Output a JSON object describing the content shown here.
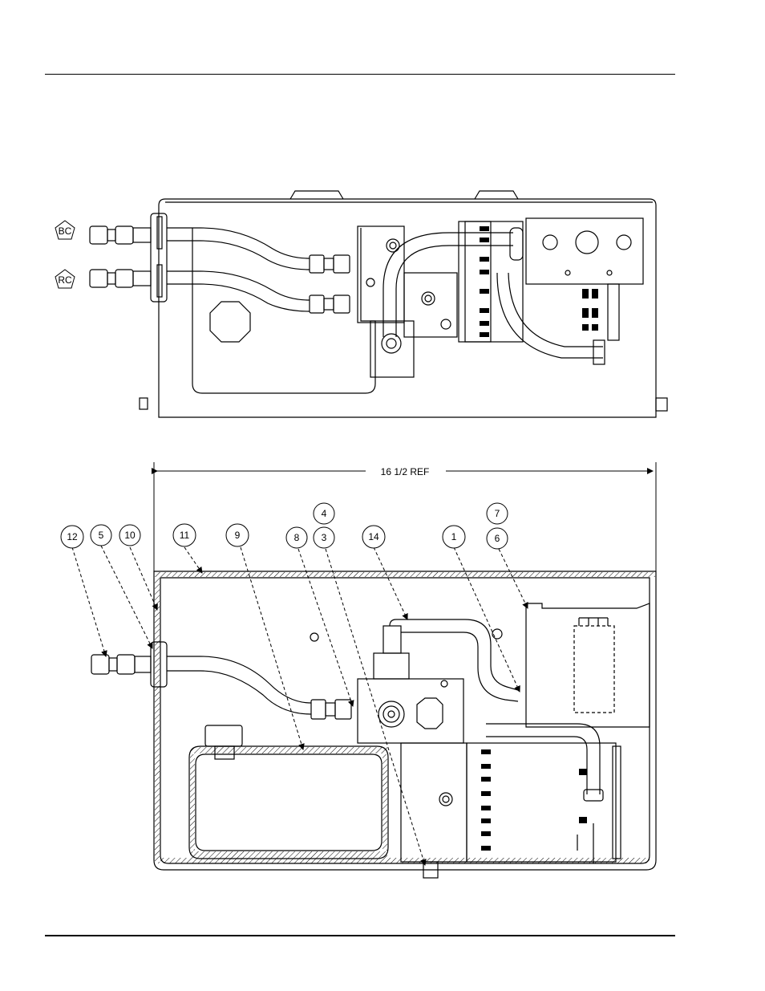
{
  "top_view": {
    "port_labels": [
      "BC",
      "RC"
    ]
  },
  "bottom_view": {
    "dimension": "16 1/2 REF",
    "callouts": [
      "12",
      "5",
      "10",
      "11",
      "9",
      "8",
      "4",
      "3",
      "14",
      "1",
      "7",
      "6"
    ]
  }
}
